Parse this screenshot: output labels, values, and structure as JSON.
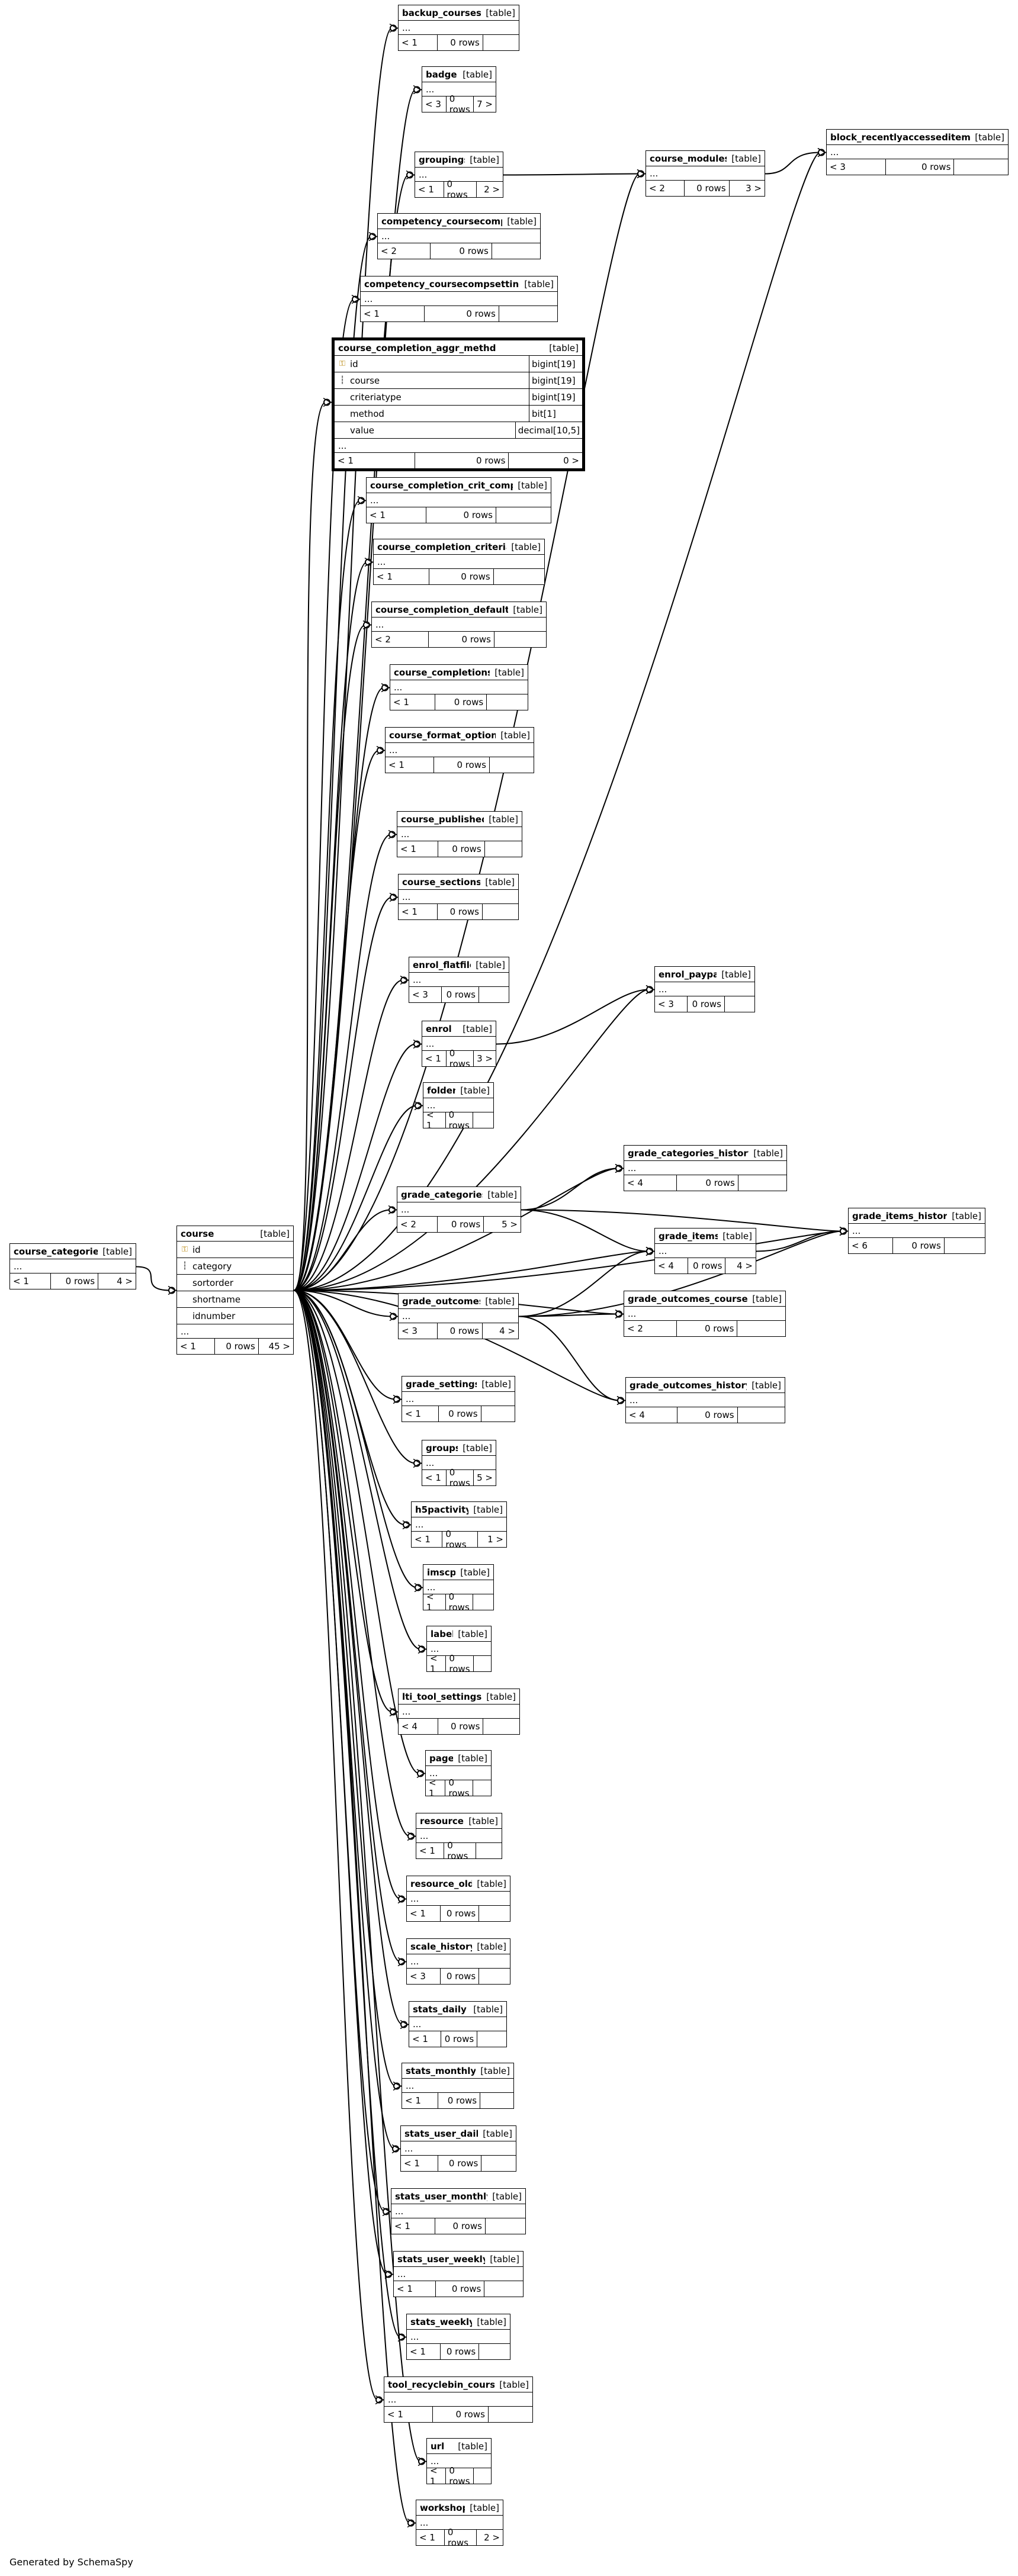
{
  "generated_by": "Generated by SchemaSpy",
  "type_label": "[table]",
  "ellipsis": "...",
  "tables": [
    {
      "name": "course_categories",
      "parents": "< 1",
      "rows": "0 rows",
      "children": "4 >"
    },
    {
      "name": "course",
      "parents": "< 1",
      "rows": "0 rows",
      "children": "45 >",
      "columns": [
        {
          "name": "id",
          "key": "pk"
        },
        {
          "name": "category",
          "key": "fk"
        },
        {
          "name": "sortorder",
          "key": ""
        },
        {
          "name": "shortname",
          "key": ""
        },
        {
          "name": "idnumber",
          "key": ""
        }
      ]
    },
    {
      "name": "backup_courses",
      "parents": "< 1",
      "rows": "0 rows",
      "children": ""
    },
    {
      "name": "badge",
      "parents": "< 3",
      "rows": "0 rows",
      "children": "7 >"
    },
    {
      "name": "groupings",
      "parents": "< 1",
      "rows": "0 rows",
      "children": "2 >"
    },
    {
      "name": "course_modules",
      "parents": "< 2",
      "rows": "0 rows",
      "children": "3 >"
    },
    {
      "name": "block_recentlyaccesseditems",
      "parents": "< 3",
      "rows": "0 rows",
      "children": ""
    },
    {
      "name": "competency_coursecomp",
      "parents": "< 2",
      "rows": "0 rows",
      "children": ""
    },
    {
      "name": "competency_coursecompsetting",
      "parents": "< 1",
      "rows": "0 rows",
      "children": ""
    },
    {
      "name": "course_completion_aggr_methd",
      "parents": "< 1",
      "rows": "0 rows",
      "children": "0 >",
      "columns": [
        {
          "name": "id",
          "type": "bigint[19]",
          "key": "pk"
        },
        {
          "name": "course",
          "type": "bigint[19]",
          "key": "fk"
        },
        {
          "name": "criteriatype",
          "type": "bigint[19]",
          "key": ""
        },
        {
          "name": "method",
          "type": "bit[1]",
          "key": ""
        },
        {
          "name": "value",
          "type": "decimal[10,5]",
          "key": ""
        }
      ]
    },
    {
      "name": "course_completion_crit_compl",
      "parents": "< 1",
      "rows": "0 rows",
      "children": ""
    },
    {
      "name": "course_completion_criteria",
      "parents": "< 1",
      "rows": "0 rows",
      "children": ""
    },
    {
      "name": "course_completion_defaults",
      "parents": "< 2",
      "rows": "0 rows",
      "children": ""
    },
    {
      "name": "course_completions",
      "parents": "< 1",
      "rows": "0 rows",
      "children": ""
    },
    {
      "name": "course_format_options",
      "parents": "< 1",
      "rows": "0 rows",
      "children": ""
    },
    {
      "name": "course_published",
      "parents": "< 1",
      "rows": "0 rows",
      "children": ""
    },
    {
      "name": "course_sections",
      "parents": "< 1",
      "rows": "0 rows",
      "children": ""
    },
    {
      "name": "enrol_flatfile",
      "parents": "< 3",
      "rows": "0 rows",
      "children": ""
    },
    {
      "name": "enrol_paypal",
      "parents": "< 3",
      "rows": "0 rows",
      "children": ""
    },
    {
      "name": "enrol",
      "parents": "< 1",
      "rows": "0 rows",
      "children": "3 >"
    },
    {
      "name": "folder",
      "parents": "< 1",
      "rows": "0 rows",
      "children": ""
    },
    {
      "name": "grade_categories_history",
      "parents": "< 4",
      "rows": "0 rows",
      "children": ""
    },
    {
      "name": "grade_categories",
      "parents": "< 2",
      "rows": "0 rows",
      "children": "5 >"
    },
    {
      "name": "grade_items_history",
      "parents": "< 6",
      "rows": "0 rows",
      "children": ""
    },
    {
      "name": "grade_items",
      "parents": "< 4",
      "rows": "0 rows",
      "children": "4 >"
    },
    {
      "name": "grade_outcomes",
      "parents": "< 3",
      "rows": "0 rows",
      "children": "4 >"
    },
    {
      "name": "grade_outcomes_courses",
      "parents": "< 2",
      "rows": "0 rows",
      "children": ""
    },
    {
      "name": "grade_outcomes_history",
      "parents": "< 4",
      "rows": "0 rows",
      "children": ""
    },
    {
      "name": "grade_settings",
      "parents": "< 1",
      "rows": "0 rows",
      "children": ""
    },
    {
      "name": "groups",
      "parents": "< 1",
      "rows": "0 rows",
      "children": "5 >"
    },
    {
      "name": "h5pactivity",
      "parents": "< 1",
      "rows": "0 rows",
      "children": "1 >"
    },
    {
      "name": "imscp",
      "parents": "< 1",
      "rows": "0 rows",
      "children": ""
    },
    {
      "name": "label",
      "parents": "< 1",
      "rows": "0 rows",
      "children": ""
    },
    {
      "name": "lti_tool_settings",
      "parents": "< 4",
      "rows": "0 rows",
      "children": ""
    },
    {
      "name": "page",
      "parents": "< 1",
      "rows": "0 rows",
      "children": ""
    },
    {
      "name": "resource",
      "parents": "< 1",
      "rows": "0 rows",
      "children": ""
    },
    {
      "name": "resource_old",
      "parents": "< 1",
      "rows": "0 rows",
      "children": ""
    },
    {
      "name": "scale_history",
      "parents": "< 3",
      "rows": "0 rows",
      "children": ""
    },
    {
      "name": "stats_daily",
      "parents": "< 1",
      "rows": "0 rows",
      "children": ""
    },
    {
      "name": "stats_monthly",
      "parents": "< 1",
      "rows": "0 rows",
      "children": ""
    },
    {
      "name": "stats_user_daily",
      "parents": "< 1",
      "rows": "0 rows",
      "children": ""
    },
    {
      "name": "stats_user_monthly",
      "parents": "< 1",
      "rows": "0 rows",
      "children": ""
    },
    {
      "name": "stats_user_weekly",
      "parents": "< 1",
      "rows": "0 rows",
      "children": ""
    },
    {
      "name": "stats_weekly",
      "parents": "< 1",
      "rows": "0 rows",
      "children": ""
    },
    {
      "name": "tool_recyclebin_course",
      "parents": "< 1",
      "rows": "0 rows",
      "children": ""
    },
    {
      "name": "url",
      "parents": "< 1",
      "rows": "0 rows",
      "children": ""
    },
    {
      "name": "workshop",
      "parents": "< 1",
      "rows": "0 rows",
      "children": "2 >"
    }
  ],
  "relationships": [
    [
      "course_categories",
      "course"
    ],
    [
      "course",
      "backup_courses"
    ],
    [
      "course",
      "badge"
    ],
    [
      "course",
      "groupings"
    ],
    [
      "course",
      "course_modules"
    ],
    [
      "course",
      "block_recentlyaccesseditems"
    ],
    [
      "course",
      "competency_coursecomp"
    ],
    [
      "course",
      "competency_coursecompsetting"
    ],
    [
      "course",
      "course_completion_aggr_methd"
    ],
    [
      "course",
      "course_completion_crit_compl"
    ],
    [
      "course",
      "course_completion_criteria"
    ],
    [
      "course",
      "course_completion_defaults"
    ],
    [
      "course",
      "course_completions"
    ],
    [
      "course",
      "course_format_options"
    ],
    [
      "course",
      "course_published"
    ],
    [
      "course",
      "course_sections"
    ],
    [
      "course",
      "enrol_flatfile"
    ],
    [
      "course",
      "enrol_paypal"
    ],
    [
      "course",
      "enrol"
    ],
    [
      "course",
      "folder"
    ],
    [
      "course",
      "grade_categories_history"
    ],
    [
      "course",
      "grade_categories"
    ],
    [
      "course",
      "grade_items_history"
    ],
    [
      "course",
      "grade_items"
    ],
    [
      "course",
      "grade_outcomes"
    ],
    [
      "course",
      "grade_outcomes_courses"
    ],
    [
      "course",
      "grade_outcomes_history"
    ],
    [
      "course",
      "grade_settings"
    ],
    [
      "course",
      "groups"
    ],
    [
      "course",
      "h5pactivity"
    ],
    [
      "course",
      "imscp"
    ],
    [
      "course",
      "label"
    ],
    [
      "course",
      "lti_tool_settings"
    ],
    [
      "course",
      "page"
    ],
    [
      "course",
      "resource"
    ],
    [
      "course",
      "resource_old"
    ],
    [
      "course",
      "scale_history"
    ],
    [
      "course",
      "stats_daily"
    ],
    [
      "course",
      "stats_monthly"
    ],
    [
      "course",
      "stats_user_daily"
    ],
    [
      "course",
      "stats_user_monthly"
    ],
    [
      "course",
      "stats_user_weekly"
    ],
    [
      "course",
      "stats_weekly"
    ],
    [
      "course",
      "tool_recyclebin_course"
    ],
    [
      "course",
      "url"
    ],
    [
      "course",
      "workshop"
    ],
    [
      "groupings",
      "course_modules"
    ],
    [
      "course_modules",
      "block_recentlyaccesseditems"
    ],
    [
      "enrol",
      "enrol_paypal"
    ],
    [
      "grade_categories",
      "grade_categories_history"
    ],
    [
      "grade_categories",
      "grade_items"
    ],
    [
      "grade_categories",
      "grade_items_history"
    ],
    [
      "grade_items",
      "grade_items_history"
    ],
    [
      "grade_outcomes",
      "grade_outcomes_courses"
    ],
    [
      "grade_outcomes",
      "grade_outcomes_history"
    ],
    [
      "grade_outcomes",
      "grade_items"
    ],
    [
      "grade_outcomes",
      "grade_items_history"
    ]
  ]
}
